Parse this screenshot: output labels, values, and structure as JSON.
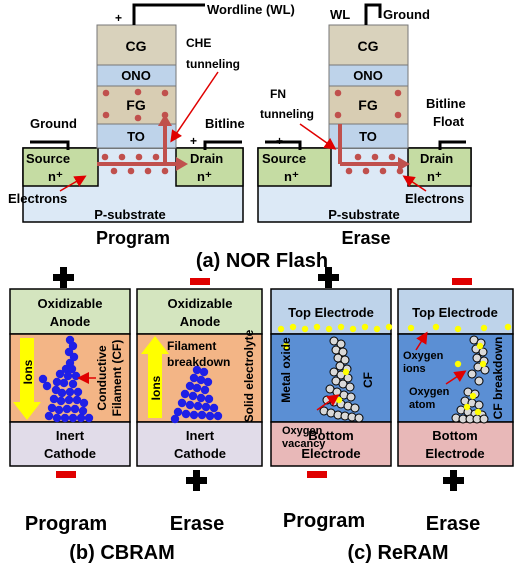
{
  "nor": {
    "program": {
      "wordline": "Wordline (WL)",
      "plus_wl": "+",
      "cg": "CG",
      "ono": "ONO",
      "fg": "FG",
      "to": "TO",
      "tunneling": [
        "CHE",
        "tunneling"
      ],
      "ground": "Ground",
      "bitline": "Bitline",
      "plus_bl": "+",
      "source": "Source",
      "source_n": "n⁺",
      "drain": "Drain",
      "drain_n": "n⁺",
      "electrons": "Electrons",
      "substrate": "P-substrate",
      "caption": "Program"
    },
    "erase": {
      "wl": "WL",
      "ground": "Ground",
      "cg": "CG",
      "ono": "ONO",
      "fg": "FG",
      "to": "TO",
      "tunneling": [
        "FN",
        "tunneling"
      ],
      "bitline": [
        "Bitline",
        "Float"
      ],
      "plus_src": "+",
      "source": "Source",
      "source_n": "n⁺",
      "drain": "Drain",
      "drain_n": "n⁺",
      "electrons": "Electrons",
      "substrate": "P-substrate",
      "caption": "Erase"
    },
    "title": "(a) NOR Flash"
  },
  "cbram": {
    "program": {
      "anode": [
        "Oxidizable",
        "Anode"
      ],
      "ions": "Ions",
      "cf": [
        "Conductive",
        "Filament (CF)"
      ],
      "cathode": [
        "Inert",
        "Cathode"
      ],
      "caption": "Program"
    },
    "erase": {
      "anode": [
        "Oxidizable",
        "Anode"
      ],
      "breakdown": [
        "Filament",
        "breakdown"
      ],
      "ions": "Ions",
      "electrolyte": "Solid electrolyte",
      "cathode": [
        "Inert",
        "Cathode"
      ],
      "caption": "Erase"
    },
    "title": "(b) CBRAM"
  },
  "reram": {
    "program": {
      "top": "Top Electrode",
      "oxide": "Metal oxide",
      "cf": "CF",
      "vacancy": [
        "Oxygen",
        "vacancy"
      ],
      "bottom": [
        "Bottom",
        "Electrode"
      ],
      "caption": "Program"
    },
    "erase": {
      "top": "Top Electrode",
      "ions": [
        "Oxygen",
        "ions"
      ],
      "atom": [
        "Oxygen",
        "atom"
      ],
      "breakdown": "CF breakdown",
      "bottom": [
        "Bottom",
        "Electrode"
      ],
      "caption": "Erase"
    },
    "title": "(c) ReRAM"
  },
  "colors": {
    "cg": "#d9d2bc",
    "ono": "#bed3ea",
    "fg": "#d8cdb3",
    "to": "#bed3ea",
    "nplus": "#c5dca3",
    "substrate": "#dce9f6",
    "electron": "#c0504d",
    "arrow": "#c0504d",
    "anode": "#d4e5bf",
    "electrolyte": "#f3b586",
    "cathode": "#e1dce9",
    "ion_arrow": "#ffff00",
    "filament": "#1f1fe6",
    "reram_oxide": "#5b8fd4",
    "reram_electrode": "#bed3ea",
    "reram_bottom": "#e8b8b8",
    "minus": "#e00000",
    "vacancy": "#d9d9d9",
    "oxygen": "#ffff00"
  }
}
